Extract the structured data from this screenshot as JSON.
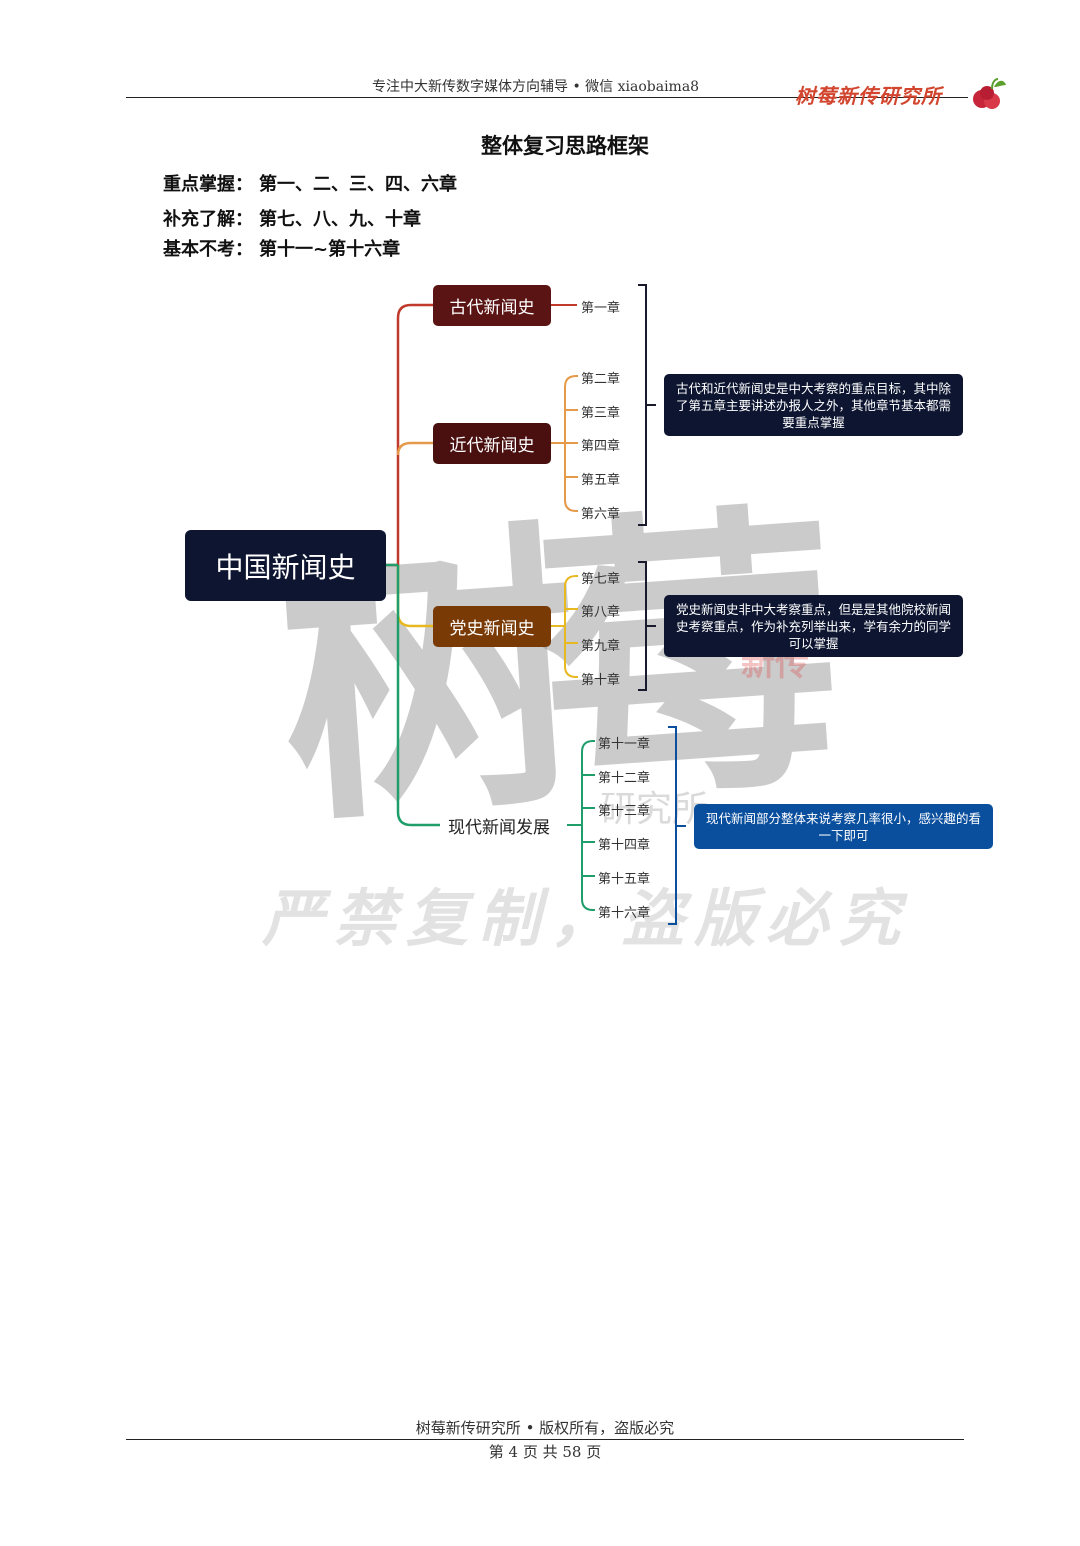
{
  "header": {
    "text": "专注中大新传数字媒体方向辅导 • 微信 xiaobaima8",
    "brand": "树莓新传研究所"
  },
  "title": "整体复习思路框架",
  "plan": [
    {
      "key": "重点掌握：",
      "value": "第一、二、三、四、六章"
    },
    {
      "key": "补充了解：",
      "value": "第七、八、九、十章"
    },
    {
      "key": "基本不考：",
      "value": "第十一~第十六章"
    }
  ],
  "mindmap": {
    "root": "中国新闻史",
    "branches": [
      {
        "label": "古代新闻史",
        "color": "#c0392b",
        "fill": "#5b1414",
        "leaves": [
          "第一章"
        ]
      },
      {
        "label": "近代新闻史",
        "color": "#e59a4a",
        "fill": "#4a1010",
        "leaves": [
          "第二章",
          "第三章",
          "第四章",
          "第五章",
          "第六章"
        ]
      },
      {
        "label": "党史新闻史",
        "color": "#e8b820",
        "fill": "#7a3a06",
        "leaves": [
          "第七章",
          "第八章",
          "第九章",
          "第十章"
        ]
      },
      {
        "label": "现代新闻发展",
        "color": "#1f9d6b",
        "fill": "",
        "leaves": [
          "第十一章",
          "第十二章",
          "第十三章",
          "第十四章",
          "第十五章",
          "第十六章"
        ]
      }
    ],
    "notes": [
      {
        "text": "古代和近代新闻史是中大考察的重点目标，其中除了第五章主要讲述办报人之外，其他章节基本都需要重点掌握",
        "color": "#0d1530"
      },
      {
        "text": "党史新闻史非中大考察重点，但是是其他院校新闻史考察重点，作为补充列举出来，学有余力的同学可以掌握",
        "color": "#0d1530"
      },
      {
        "text": "现代新闻部分整体来说考察几率很小，感兴趣的看一下即可",
        "color": "#0a4f9e"
      }
    ]
  },
  "watermark": {
    "big": "树莓",
    "small": "研究所",
    "line": "严禁复制，盗版必究",
    "seal": "新传"
  },
  "footer": {
    "text": "树莓新传研究所 • 版权所有，盗版必究",
    "page": "第 4 页 共 58 页"
  }
}
